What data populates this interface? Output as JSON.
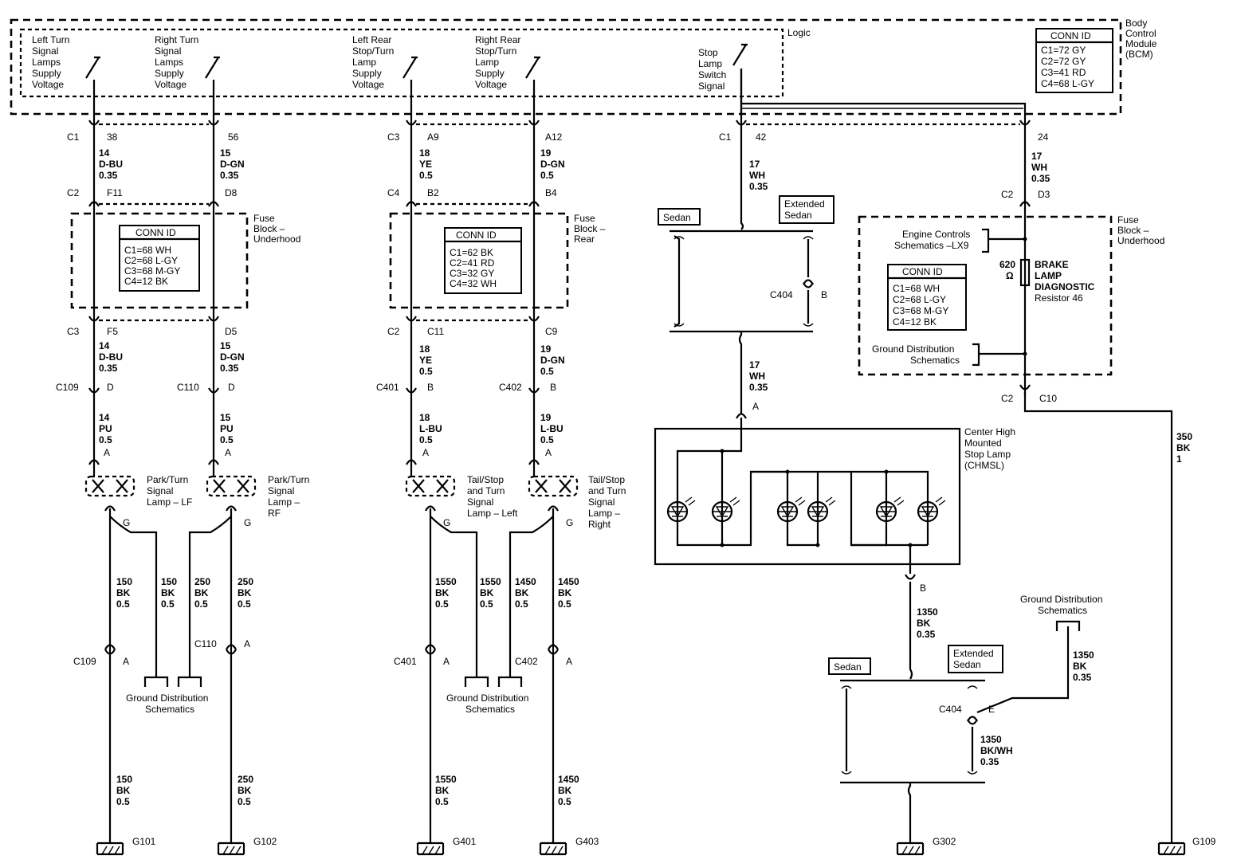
{
  "bcm": {
    "logic": "Logic",
    "name": [
      "Body",
      "Control",
      "Module",
      "(BCM)"
    ],
    "conn_title": "CONN ID",
    "conn": [
      "C1=72 GY",
      "C2=72 GY",
      "C3=41 RD",
      "C4=68 L-GY"
    ],
    "switches": [
      [
        "Left Turn",
        "Signal",
        "Lamps",
        "Supply",
        "Voltage"
      ],
      [
        "Right Turn",
        "Signal",
        "Lamps",
        "Supply",
        "Voltage"
      ],
      [
        "Left Rear",
        "Stop/Turn",
        "Lamp",
        "Supply",
        "Voltage"
      ],
      [
        "Right Rear",
        "Stop/Turn",
        "Lamp",
        "Supply",
        "Voltage"
      ],
      [
        "Stop",
        "Lamp",
        "Switch",
        "Signal"
      ]
    ]
  },
  "fuse_front": {
    "name": [
      "Fuse",
      "Block –",
      "Underhood"
    ],
    "conn_title": "CONN ID",
    "conn": [
      "C1=68 WH",
      "C2=68 L-GY",
      "C3=68 M-GY",
      "C4=12 BK"
    ]
  },
  "fuse_rear": {
    "name": [
      "Fuse",
      "Block –",
      "Rear"
    ],
    "conn_title": "CONN ID",
    "conn": [
      "C1=62 BK",
      "C2=41 RD",
      "C3=32 GY",
      "C4=32 WH"
    ]
  },
  "fuse_right": {
    "name": [
      "Fuse",
      "Block –",
      "Underhood"
    ],
    "conn_title": "CONN ID",
    "conn": [
      "C1=68 WH",
      "C2=68 L-GY",
      "C3=68 M-GY",
      "C4=12 BK"
    ],
    "engine": [
      "Engine Controls",
      "Schematics –LX9"
    ],
    "ground": [
      "Ground Distribution",
      "Schematics"
    ],
    "resistor_value": "620",
    "ohm": "Ω",
    "resistor": [
      "BRAKE",
      "LAMP",
      "DIAGNOSTIC",
      "Resistor 46"
    ]
  },
  "lamps": {
    "lf": [
      "Park/Turn",
      "Signal",
      "Lamp – LF"
    ],
    "rf": [
      "Park/Turn",
      "Signal",
      "Lamp –",
      "RF"
    ],
    "tl": [
      "Tail/Stop",
      "and Turn",
      "Signal",
      "Lamp – Left"
    ],
    "tr": [
      "Tail/Stop",
      "and Turn",
      "Signal",
      "Lamp –",
      "Right"
    ],
    "chmsl": [
      "Center High",
      "Mounted",
      "Stop Lamp",
      "(CHMSL)"
    ]
  },
  "ground_schem": [
    "Ground Distribution",
    "Schematics"
  ],
  "grounds": [
    "G101",
    "G102",
    "G401",
    "G403",
    "G302",
    "G109"
  ],
  "options": {
    "sedan": "Sedan",
    "extended": [
      "Extended",
      "Sedan"
    ]
  },
  "labels": {
    "C1": "C1",
    "C2": "C2",
    "C3": "C3",
    "C4": "C4",
    "C109": "C109",
    "C110": "C110",
    "C401": "C401",
    "C402": "C402",
    "C404": "C404",
    "p38": "38",
    "p56": "56",
    "pA9": "A9",
    "pA12": "A12",
    "p42": "42",
    "p24": "24",
    "pF11": "F11",
    "pD8": "D8",
    "pB2": "B2",
    "pB4": "B4",
    "pD3": "D3",
    "pF5": "F5",
    "pD5": "D5",
    "pC11": "C11",
    "pC9": "C9",
    "pC10": "C10",
    "pA": "A",
    "pB": "B",
    "pD": "D",
    "pE": "E",
    "pG": "G"
  },
  "wires": {
    "w14": [
      "14",
      "D-BU",
      "0.35"
    ],
    "w15": [
      "15",
      "D-GN",
      "0.35"
    ],
    "w18": [
      "18",
      "YE",
      "0.5"
    ],
    "w19": [
      "19",
      "D-GN",
      "0.5"
    ],
    "w17": [
      "17",
      "WH",
      "0.35"
    ],
    "w14pu": [
      "14",
      "PU",
      "0.5"
    ],
    "w15pu": [
      "15",
      "PU",
      "0.5"
    ],
    "w18lbu": [
      "18",
      "L-BU",
      "0.5"
    ],
    "w19lbu": [
      "19",
      "L-BU",
      "0.5"
    ],
    "w150": [
      "150",
      "BK",
      "0.5"
    ],
    "w250": [
      "250",
      "BK",
      "0.5"
    ],
    "w1550": [
      "1550",
      "BK",
      "0.5"
    ],
    "w1450": [
      "1450",
      "BK",
      "0.5"
    ],
    "w1350": [
      "1350",
      "BK",
      "0.35"
    ],
    "w1350bkwh": [
      "1350",
      "BK/WH",
      "0.35"
    ],
    "w350": [
      "350",
      "BK",
      "1"
    ]
  }
}
